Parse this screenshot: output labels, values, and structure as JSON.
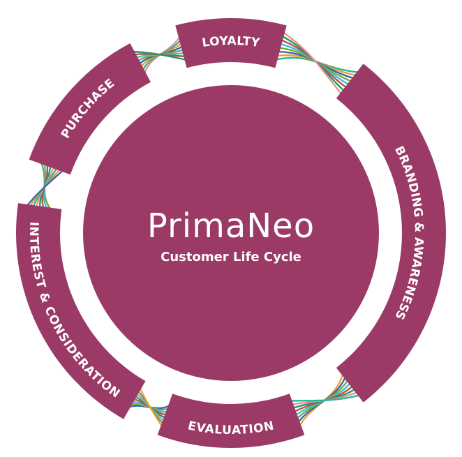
{
  "center": {
    "title": "PrimaNeo",
    "subtitle": "Customer Life Cycle"
  },
  "segments": [
    {
      "label": "LOYALTY"
    },
    {
      "label": "BRANDING & AWARENESS"
    },
    {
      "label": "EVALUATION"
    },
    {
      "label": "INTEREST & CONSIDERATION"
    },
    {
      "label": "PURCHASE"
    }
  ],
  "colors": {
    "primary": "#9b3a66",
    "background": "#ffffff",
    "text": "#ffffff",
    "connectors": [
      "#e8938a",
      "#2bb3a0",
      "#f0a030",
      "#3d62b0",
      "#6fae3a",
      "#3dbde0",
      "#c04f3a",
      "#1e9a6e"
    ]
  }
}
